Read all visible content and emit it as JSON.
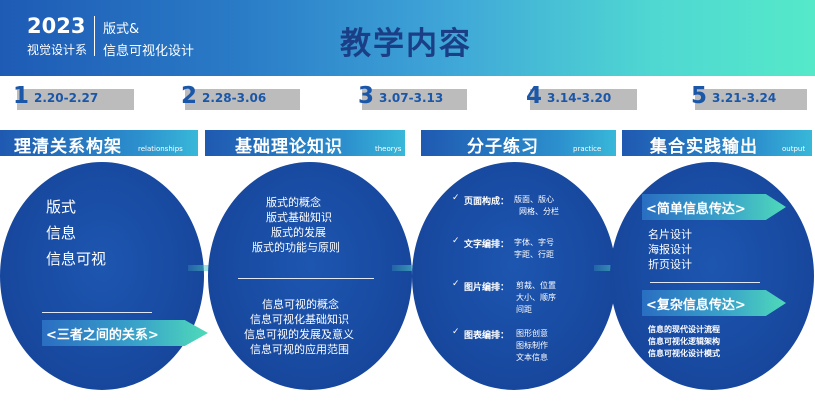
{
  "header": {
    "year": "2023",
    "series": "视觉设计系",
    "course_line1": "版式&",
    "course_line2": "信息可视化设计",
    "title": "教学内容"
  },
  "weeks": [
    {
      "num": "1",
      "range": "2.20-2.27"
    },
    {
      "num": "2",
      "range": "2.28-3.06"
    },
    {
      "num": "3",
      "range": "3.07-3.13"
    },
    {
      "num": "4",
      "range": "3.14-3.20"
    },
    {
      "num": "5",
      "range": "3.21-3.24"
    }
  ],
  "phases": [
    {
      "title": "理清关系构架",
      "en": "relationships"
    },
    {
      "title": "基础理论知识",
      "en": "theorys"
    },
    {
      "title": "分子练习",
      "en": "practice"
    },
    {
      "title": "集合实践输出",
      "en": "output"
    }
  ],
  "circle1": {
    "items": [
      "版式",
      "信息",
      "信息可视"
    ],
    "relation": "<三者之间的关系>"
  },
  "circle2": {
    "top": [
      "版式的概念",
      "版式基础知识",
      "版式的发展",
      "版式的功能与原则"
    ],
    "bottom": [
      "信息可视的概念",
      "信息可视化基础知识",
      "信息可视的发展及意义",
      "信息可视的应用范围"
    ]
  },
  "circle3": {
    "groups": [
      {
        "label": "页面构成：",
        "lines": [
          "版面、版心",
          "网格、分栏"
        ]
      },
      {
        "label": "文字编排：",
        "lines": [
          "字体、字号",
          "字距、行距"
        ]
      },
      {
        "label": "图片编排：",
        "lines": [
          "剪裁、位置",
          "大小、顺序",
          "间距"
        ]
      },
      {
        "label": "图表编排：",
        "lines": [
          "图形创意",
          "图标制作",
          "文本信息"
        ]
      }
    ]
  },
  "circle4": {
    "simple_title": "<简单信息传达>",
    "simple_items": [
      "名片设计",
      "海报设计",
      "折页设计"
    ],
    "complex_title": "<复杂信息传达>",
    "complex_items": [
      "信息的现代设计流程",
      "信息可视化逻辑架构",
      "信息可视化设计模式"
    ]
  },
  "colors": {
    "primary_blue": "#17479d",
    "header_start": "#1e5bb5",
    "header_end": "#55e9c9",
    "title": "#1b3f86",
    "week_box": "#bcbcbc"
  }
}
